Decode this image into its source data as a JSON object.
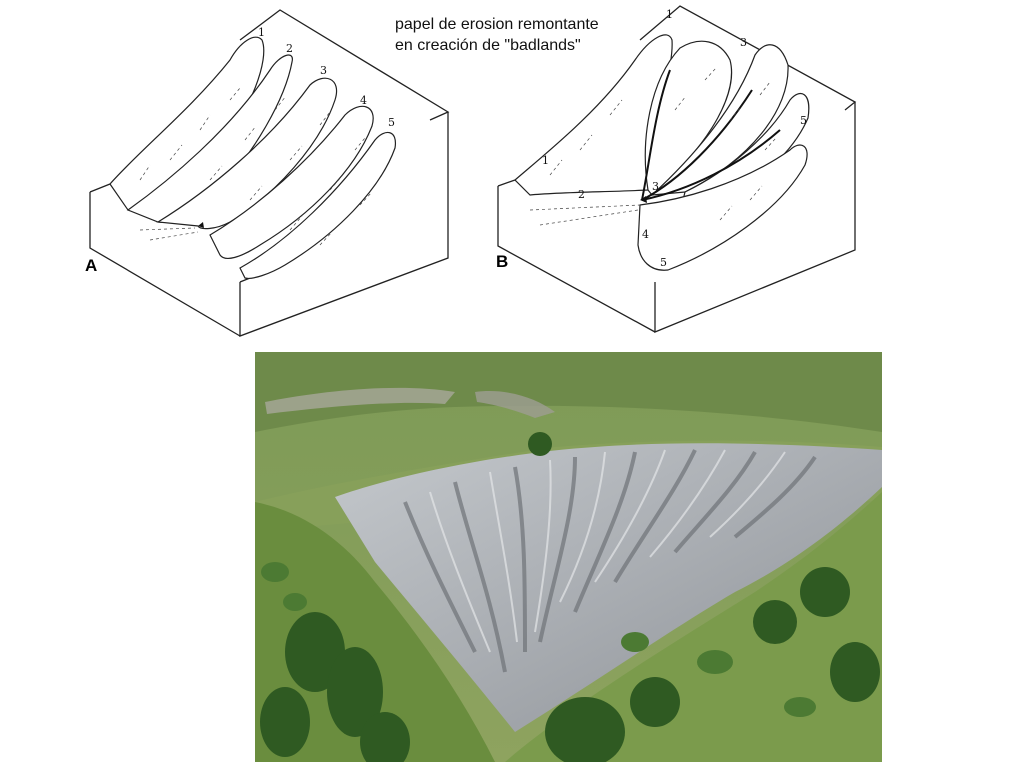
{
  "title": {
    "line1": "papel de erosion remontante",
    "line2": "en creación de \"badlands\""
  },
  "diagram_a": {
    "letter": "A",
    "numbers": [
      "1",
      "2",
      "3",
      "4",
      "5"
    ]
  },
  "diagram_b": {
    "letter": "B",
    "numbers_top": [
      "1",
      "3",
      "5"
    ],
    "numbers_side": [
      "1",
      "2",
      "3",
      "4",
      "5"
    ]
  },
  "photo": {
    "subject": "badlands erosion photograph"
  }
}
